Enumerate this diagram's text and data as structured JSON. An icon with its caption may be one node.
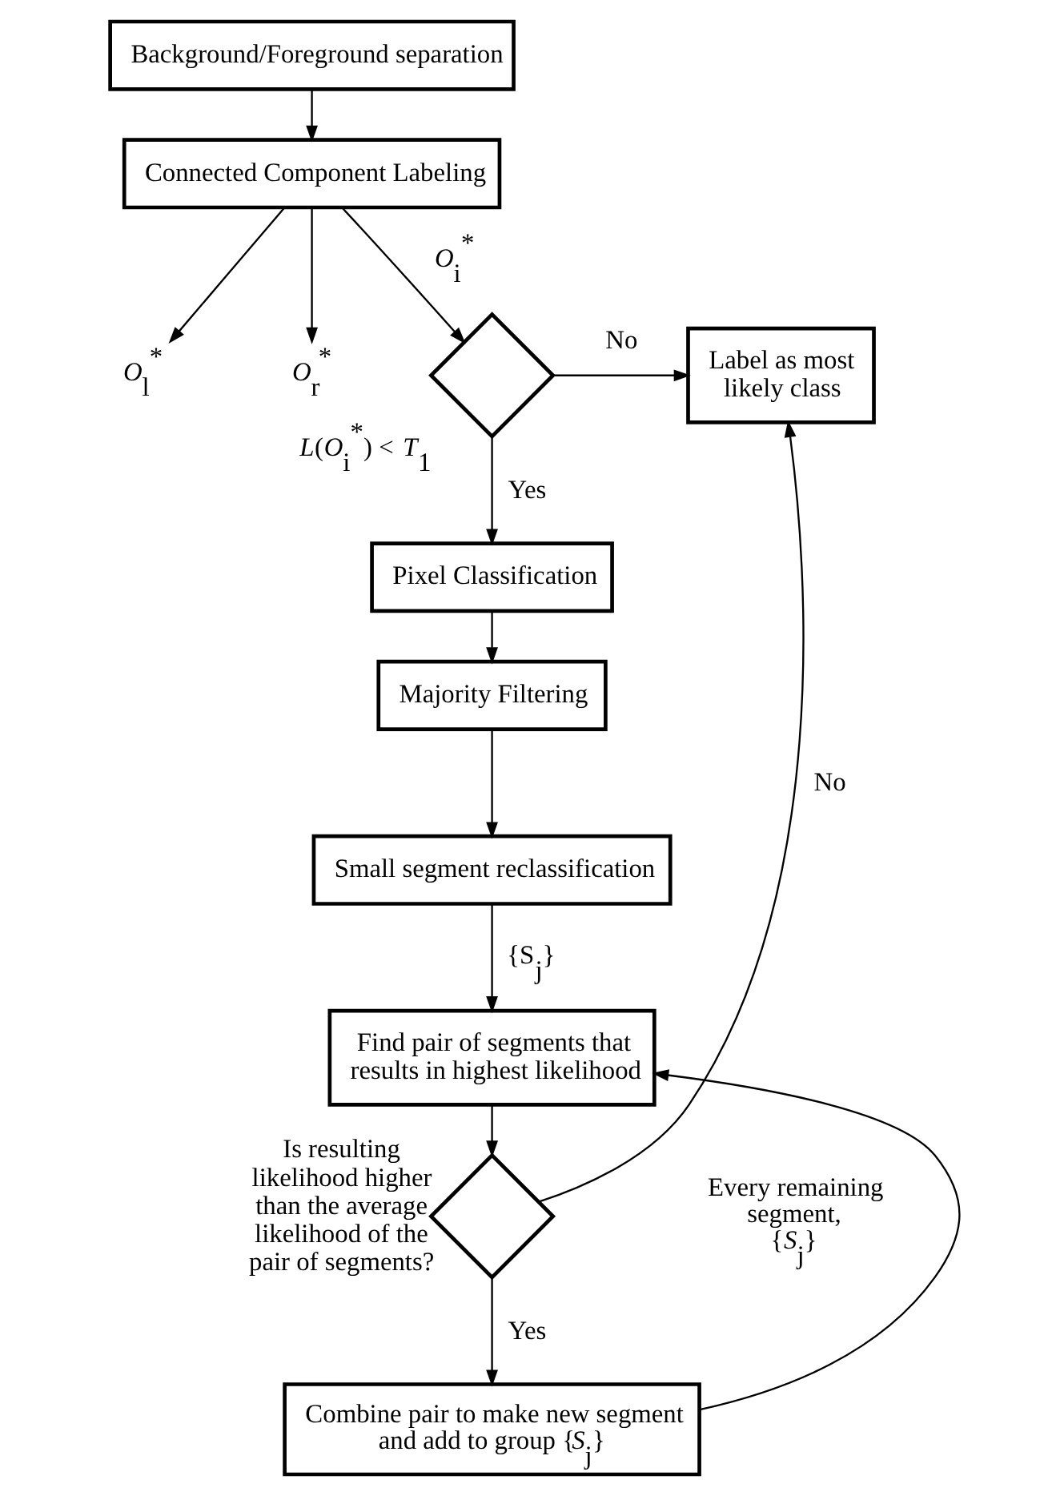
{
  "diagram": {
    "nodes": [
      {
        "text": [
          "Background/Foreground separation"
        ]
      },
      {
        "text": [
          "Connected Component Labeling"
        ]
      },
      {
        "text": [
          "*O*$_{l}$$^{*}$"
        ]
      },
      {
        "text": [
          "*O*$_{r}$$^{*}$"
        ]
      },
      {
        "text": [],
        "shape": "diamond",
        "beside": [
          "*L*(*O*$_{i}$$^{*}$) < *T*$_{1}$"
        ]
      },
      {
        "text": [
          "Label as most likely class"
        ]
      },
      {
        "text": [
          "Pixel Classification"
        ]
      },
      {
        "text": [
          "Majority Filtering"
        ]
      },
      {
        "text": [
          "Small segment reclassification"
        ]
      },
      {
        "text": [
          "Find pair of segments that results in highest likelihood"
        ]
      },
      {
        "text": [],
        "shape": "diamond",
        "beside": [
          "Is resulting likelihood higher than the average likelihood of the pair of segments?"
        ]
      },
      {
        "text": [
          "Combine pair to make new segment and add to group {*S*$_{j}$}"
        ]
      }
    ],
    "edges": [
      {
        "from": 0,
        "to": 1,
        "arrow": "to"
      },
      {
        "from": 1,
        "to": 2,
        "arrow": "to"
      },
      {
        "from": 1,
        "to": 3,
        "arrow": "to"
      },
      {
        "from": 1,
        "to": 4,
        "arrow": "to",
        "label": "*O*$_{i}$$^{*}$"
      },
      {
        "from": 4,
        "to": 5,
        "arrow": "to",
        "label": "No"
      },
      {
        "from": 4,
        "to": 6,
        "arrow": "to",
        "label": "Yes"
      },
      {
        "from": 6,
        "to": 7,
        "arrow": "to"
      },
      {
        "from": 7,
        "to": 8,
        "arrow": "to"
      },
      {
        "from": 8,
        "to": 9,
        "arrow": "to",
        "label": "{S$_{j}$}"
      },
      {
        "from": 9,
        "to": 10,
        "arrow": "to"
      },
      {
        "from": 10,
        "to": 5,
        "arrow": "to",
        "label": "No"
      },
      {
        "from": 10,
        "to": 11,
        "arrow": "to",
        "label": "Yes"
      },
      {
        "from": 11,
        "to": 9,
        "arrow": "to"
      }
    ],
    "labels": [
      "Every remaining segment, {*S*$_{j}$}"
    ]
  }
}
